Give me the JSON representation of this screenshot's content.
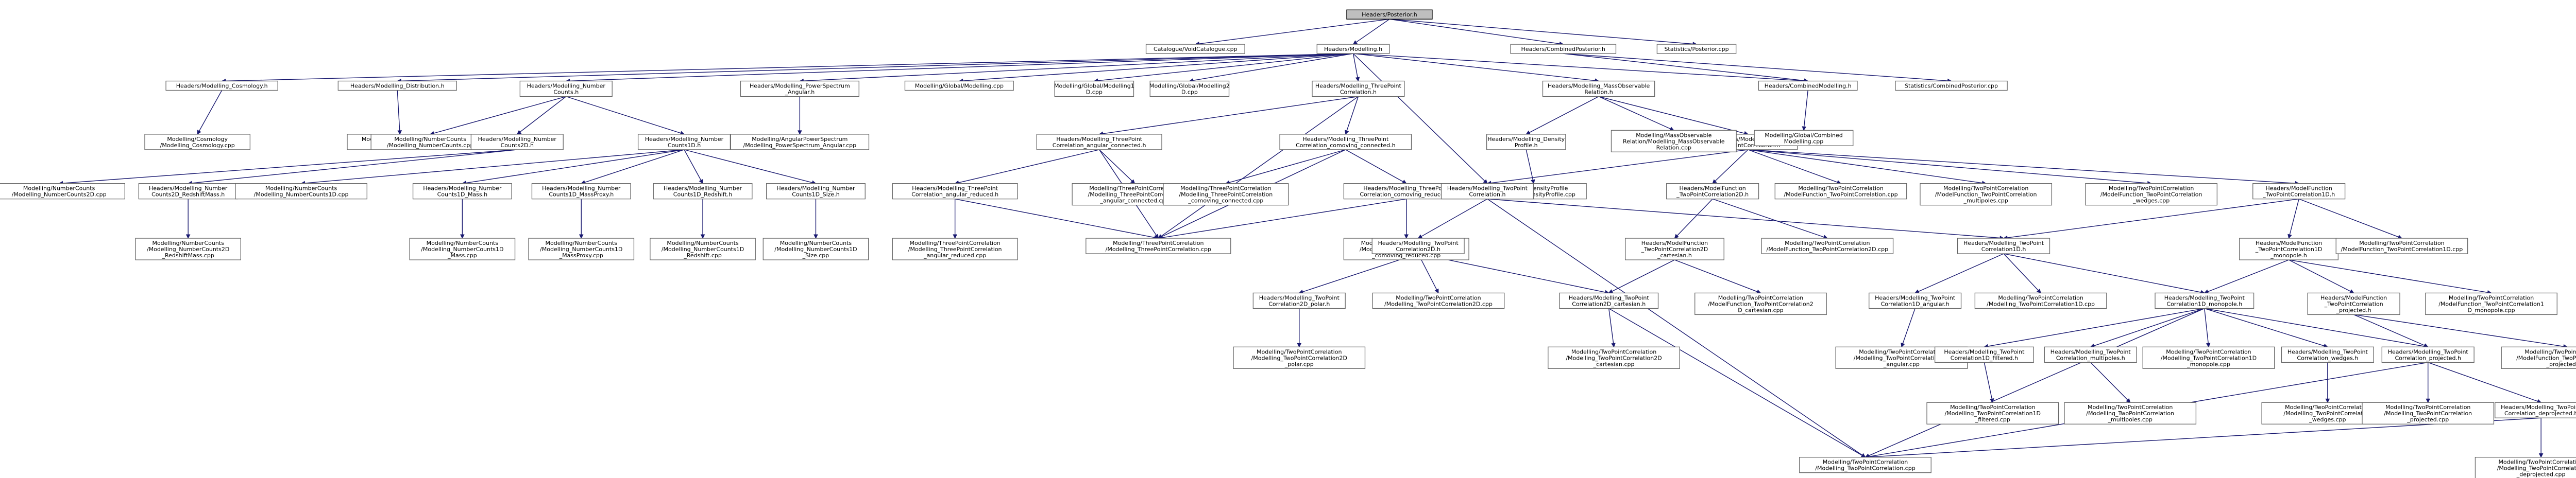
{
  "nodes": [
    {
      "id": "root",
      "lines": [
        "Headers/Posterior.h"
      ],
      "root": true
    },
    {
      "id": "cat_cpp",
      "lines": [
        "Catalogue/VoidCatalogue.cpp"
      ]
    },
    {
      "id": "mod_h",
      "lines": [
        "Headers/Modelling.h"
      ]
    },
    {
      "id": "comb_post_h",
      "lines": [
        "Headers/CombinedPosterior.h"
      ]
    },
    {
      "id": "stat_post_cpp",
      "lines": [
        "Statistics/Posterior.cpp"
      ]
    },
    {
      "id": "cosmo_h",
      "lines": [
        "Headers/Modelling_Cosmology.h"
      ]
    },
    {
      "id": "distr_h",
      "lines": [
        "Headers/Modelling_Distribution.h"
      ]
    },
    {
      "id": "nc_h",
      "lines": [
        "Headers/Modelling_Number",
        "Counts.h"
      ]
    },
    {
      "id": "ps_ang_h",
      "lines": [
        "Headers/Modelling_PowerSpectrum",
        "_Angular.h"
      ]
    },
    {
      "id": "glob_mod_cpp",
      "lines": [
        "Modelling/Global/Modelling.cpp"
      ]
    },
    {
      "id": "glob_mod1d_cpp",
      "lines": [
        "Modelling/Global/Modelling1",
        "D.cpp"
      ]
    },
    {
      "id": "glob_mod2d_cpp",
      "lines": [
        "Modelling/Global/Modelling2",
        "D.cpp"
      ]
    },
    {
      "id": "tpc3_h",
      "lines": [
        "Headers/Modelling_ThreePoint",
        "Correlation.h"
      ]
    },
    {
      "id": "mor_h",
      "lines": [
        "Headers/Modelling_MassObservable",
        "Relation.h"
      ]
    },
    {
      "id": "comb_mod_h",
      "lines": [
        "Headers/CombinedModelling.h"
      ]
    },
    {
      "id": "stat_comb_post_cpp",
      "lines": [
        "Statistics/CombinedPosterior.cpp"
      ]
    },
    {
      "id": "cosmo_cpp",
      "lines": [
        "Modelling/Cosmology",
        "/Modelling_Cosmology.cpp"
      ]
    },
    {
      "id": "glob_distr_cpp",
      "lines": [
        "Modelling/Global/Modelling",
        "_Distribution.cpp"
      ]
    },
    {
      "id": "nc_cpp",
      "lines": [
        "Modelling/NumberCounts",
        "/Modelling_NumberCounts.cpp"
      ]
    },
    {
      "id": "nc2d_h",
      "lines": [
        "Headers/Modelling_Number",
        "Counts2D.h"
      ]
    },
    {
      "id": "nc1d_h",
      "lines": [
        "Headers/Modelling_Number",
        "Counts1D.h"
      ]
    },
    {
      "id": "ps_ang_cpp",
      "lines": [
        "Modelling/AngularPowerSpectrum",
        "/Modelling_PowerSpectrum_Angular.cpp"
      ]
    },
    {
      "id": "tpc3_ang_h",
      "lines": [
        "Headers/Modelling_ThreePoint",
        "Correlation_angular_connected.h"
      ]
    },
    {
      "id": "tpc3_com_h",
      "lines": [
        "Headers/Modelling_ThreePoint",
        "Correlation_comoving_connected.h"
      ]
    },
    {
      "id": "dens_h",
      "lines": [
        "Headers/Modelling_Density",
        "Profile.h"
      ]
    },
    {
      "id": "mf_tpc_h",
      "lines": [
        "Headers/ModelFunction",
        "_TwoPointCorrelation.h"
      ]
    },
    {
      "id": "mor_cpp",
      "lines": [
        "Modelling/MassObservable",
        "Relation/Modelling_MassObservable",
        "Relation.cpp"
      ]
    },
    {
      "id": "glob_comb_cpp",
      "lines": [
        "Modelling/Global/Combined",
        "Modelling.cpp"
      ]
    },
    {
      "id": "nc2d_cpp",
      "lines": [
        "Modelling/NumberCounts",
        "/Modelling_NumberCounts2D.cpp"
      ]
    },
    {
      "id": "nc2d_rm_h",
      "lines": [
        "Headers/Modelling_Number",
        "Counts2D_RedshiftMass.h"
      ]
    },
    {
      "id": "nc1d_cpp",
      "lines": [
        "Modelling/NumberCounts",
        "/Modelling_NumberCounts1D.cpp"
      ]
    },
    {
      "id": "nc1d_mass_h",
      "lines": [
        "Headers/Modelling_Number",
        "Counts1D_Mass.h"
      ]
    },
    {
      "id": "nc1d_mp_h",
      "lines": [
        "Headers/Modelling_Number",
        "Counts1D_MassProxy.h"
      ]
    },
    {
      "id": "nc1d_rs_h",
      "lines": [
        "Headers/Modelling_Number",
        "Counts1D_Redshift.h"
      ]
    },
    {
      "id": "nc1d_size_h",
      "lines": [
        "Headers/Modelling_Number",
        "Counts1D_Size.h"
      ]
    },
    {
      "id": "tpc3_angred_h",
      "lines": [
        "Headers/Modelling_ThreePoint",
        "Correlation_angular_reduced.h"
      ]
    },
    {
      "id": "tpc3_ang_cpp",
      "lines": [
        "Modelling/ThreePointCorrelation",
        "/Modelling_ThreePointCorrelation",
        "_angular_connected.cpp"
      ]
    },
    {
      "id": "tpc3_com_cpp",
      "lines": [
        "Modelling/ThreePointCorrelation",
        "/Modelling_ThreePointCorrelation",
        "_comoving_connected.cpp"
      ]
    },
    {
      "id": "tpc3_comred_h",
      "lines": [
        "Headers/Modelling_ThreePoint",
        "Correlation_comoving_reduced.h"
      ]
    },
    {
      "id": "dens_cpp",
      "lines": [
        "Modelling/DensityProfile",
        "/Modelling_DensityProfile.cpp"
      ]
    },
    {
      "id": "tpc_h",
      "lines": [
        "Headers/Modelling_TwoPoint",
        "Correlation.h"
      ]
    },
    {
      "id": "mf_tpc2d_h",
      "lines": [
        "Headers/ModelFunction",
        "_TwoPointCorrelation2D.h"
      ]
    },
    {
      "id": "mf_tpc_cpp",
      "lines": [
        "Modelling/TwoPointCorrelation",
        "/ModelFunction_TwoPointCorrelation.cpp"
      ]
    },
    {
      "id": "mf_tpc_mult_cpp",
      "lines": [
        "Modelling/TwoPointCorrelation",
        "/ModelFunction_TwoPointCorrelation",
        "_multipoles.cpp"
      ]
    },
    {
      "id": "mf_tpc_wedg_cpp",
      "lines": [
        "Modelling/TwoPointCorrelation",
        "/ModelFunction_TwoPointCorrelation",
        "_wedges.cpp"
      ]
    },
    {
      "id": "mf_tpc1d_h",
      "lines": [
        "Headers/ModelFunction",
        "_TwoPointCorrelation1D.h"
      ]
    },
    {
      "id": "nc2d_rm_cpp",
      "lines": [
        "Modelling/NumberCounts",
        "/Modelling_NumberCounts2D",
        "_RedshiftMass.cpp"
      ]
    },
    {
      "id": "nc1d_mass_cpp",
      "lines": [
        "Modelling/NumberCounts",
        "/Modelling_NumberCounts1D",
        "_Mass.cpp"
      ]
    },
    {
      "id": "nc1d_mp_cpp",
      "lines": [
        "Modelling/NumberCounts",
        "/Modelling_NumberCounts1D",
        "_MassProxy.cpp"
      ]
    },
    {
      "id": "nc1d_rs_cpp",
      "lines": [
        "Modelling/NumberCounts",
        "/Modelling_NumberCounts1D",
        "_Redshift.cpp"
      ]
    },
    {
      "id": "nc1d_size_cpp",
      "lines": [
        "Modelling/NumberCounts",
        "/Modelling_NumberCounts1D",
        "_Size.cpp"
      ]
    },
    {
      "id": "tpc3_angred_cpp",
      "lines": [
        "Modelling/ThreePointCorrelation",
        "/Modelling_ThreePointCorrelation",
        "_angular_reduced.cpp"
      ]
    },
    {
      "id": "tpc3_cpp",
      "lines": [
        "Modelling/ThreePointCorrelation",
        "/Modelling_ThreePointCorrelation.cpp"
      ]
    },
    {
      "id": "tpc3_comred_cpp",
      "lines": [
        "Modelling/ThreePointCorrelation",
        "/Modelling_ThreePointCorrelation",
        "_comoving_reduced.cpp"
      ]
    },
    {
      "id": "tpc2d_h",
      "lines": [
        "Headers/Modelling_TwoPoint",
        "Correlation2D.h"
      ]
    },
    {
      "id": "mf_tpc2d_cart_h",
      "lines": [
        "Headers/ModelFunction",
        "_TwoPointCorrelation2D",
        "_cartesian.h"
      ]
    },
    {
      "id": "mf_tpc2d_cpp",
      "lines": [
        "Modelling/TwoPointCorrelation",
        "/ModelFunction_TwoPointCorrelation2D.cpp"
      ]
    },
    {
      "id": "tpc1d_h",
      "lines": [
        "Headers/Modelling_TwoPoint",
        "Correlation1D.h"
      ]
    },
    {
      "id": "mf_tpc1d_mono_h",
      "lines": [
        "Headers/ModelFunction",
        "_TwoPointCorrelation1D",
        "_monopole.h"
      ]
    },
    {
      "id": "mf_tpc1d_cpp",
      "lines": [
        "Modelling/TwoPointCorrelation",
        "/ModelFunction_TwoPointCorrelation1D.cpp"
      ]
    },
    {
      "id": "tpc2d_polar_h",
      "lines": [
        "Headers/Modelling_TwoPoint",
        "Correlation2D_polar.h"
      ]
    },
    {
      "id": "tpc2d_cpp",
      "lines": [
        "Modelling/TwoPointCorrelation",
        "/Modelling_TwoPointCorrelation2D.cpp"
      ]
    },
    {
      "id": "tpc2d_cart_h",
      "lines": [
        "Headers/Modelling_TwoPoint",
        "Correlation2D_cartesian.h"
      ]
    },
    {
      "id": "mf_tpc2d_cart_cpp",
      "lines": [
        "Modelling/TwoPointCorrelation",
        "/ModelFunction_TwoPointCorrelation2",
        "D_cartesian.cpp"
      ]
    },
    {
      "id": "tpc1d_ang_h",
      "lines": [
        "Headers/Modelling_TwoPoint",
        "Correlation1D_angular.h"
      ]
    },
    {
      "id": "tpc1d_cpp",
      "lines": [
        "Modelling/TwoPointCorrelation",
        "/Modelling_TwoPointCorrelation1D.cpp"
      ]
    },
    {
      "id": "tpc1d_mono_h",
      "lines": [
        "Headers/Modelling_TwoPoint",
        "Correlation1D_monopole.h"
      ]
    },
    {
      "id": "mf_tpc1d_proj_h",
      "lines": [
        "Headers/ModelFunction",
        "_TwoPointCorrelation",
        "_projected.h"
      ]
    },
    {
      "id": "mf_tpc1d_mono_cpp",
      "lines": [
        "Modelling/TwoPointCorrelation",
        "/ModelFunction_TwoPointCorrelation1",
        "D_monopole.cpp"
      ]
    },
    {
      "id": "tpc2d_polar_cpp",
      "lines": [
        "Modelling/TwoPointCorrelation",
        "/Modelling_TwoPointCorrelation2D",
        "_polar.cpp"
      ]
    },
    {
      "id": "tpc2d_cart_cpp",
      "lines": [
        "Modelling/TwoPointCorrelation",
        "/Modelling_TwoPointCorrelation2D",
        "_cartesian.cpp"
      ]
    },
    {
      "id": "tpc1d_ang_cpp",
      "lines": [
        "Modelling/TwoPointCorrelation",
        "/Modelling_TwoPointCorrelation1D",
        "_angular.cpp"
      ]
    },
    {
      "id": "tpc1d_filt_h",
      "lines": [
        "Headers/Modelling_TwoPoint",
        "Correlation1D_filtered.h"
      ]
    },
    {
      "id": "tpc_mult_h",
      "lines": [
        "Headers/Modelling_TwoPoint",
        "Correlation_multipoles.h"
      ]
    },
    {
      "id": "tpc1d_mono_cpp",
      "lines": [
        "Modelling/TwoPointCorrelation",
        "/Modelling_TwoPointCorrelation1D",
        "_monopole.cpp"
      ]
    },
    {
      "id": "tpc_wedg_h",
      "lines": [
        "Headers/Modelling_TwoPoint",
        "Correlation_wedges.h"
      ]
    },
    {
      "id": "tpc_proj_h",
      "lines": [
        "Headers/Modelling_TwoPoint",
        "Correlation_projected.h"
      ]
    },
    {
      "id": "mf_tpc_proj_cpp",
      "lines": [
        "Modelling/TwoPointCorrelation",
        "/ModelFunction_TwoPointCorrelation",
        "_projected.cpp"
      ]
    },
    {
      "id": "tpc1d_filt_cpp",
      "lines": [
        "Modelling/TwoPointCorrelation",
        "/Modelling_TwoPointCorrelation1D",
        "_filtered.cpp"
      ]
    },
    {
      "id": "tpc_mult_cpp",
      "lines": [
        "Modelling/TwoPointCorrelation",
        "/Modelling_TwoPointCorrelation",
        "_multipoles.cpp"
      ]
    },
    {
      "id": "tpc_wedg_cpp",
      "lines": [
        "Modelling/TwoPointCorrelation",
        "/Modelling_TwoPointCorrelation",
        "_wedges.cpp"
      ]
    },
    {
      "id": "tpc_proj_cpp",
      "lines": [
        "Modelling/TwoPointCorrelation",
        "/Modelling_TwoPointCorrelation",
        "_projected.cpp"
      ]
    },
    {
      "id": "tpc_deproj_h",
      "lines": [
        "Headers/Modelling_TwoPoint",
        "Correlation_deprojected.h"
      ]
    },
    {
      "id": "tpc_cpp",
      "lines": [
        "Modelling/TwoPointCorrelation",
        "/Modelling_TwoPointCorrelation.cpp"
      ]
    },
    {
      "id": "tpc_deproj_cpp",
      "lines": [
        "Modelling/TwoPointCorrelation",
        "/Modelling_TwoPointCorrelation",
        "_deprojected.cpp"
      ]
    }
  ],
  "edges": [
    [
      "root",
      "cat_cpp"
    ],
    [
      "root",
      "mod_h"
    ],
    [
      "root",
      "comb_post_h"
    ],
    [
      "root",
      "stat_post_cpp"
    ],
    [
      "mod_h",
      "cosmo_h"
    ],
    [
      "mod_h",
      "distr_h"
    ],
    [
      "mod_h",
      "nc_h"
    ],
    [
      "mod_h",
      "ps_ang_h"
    ],
    [
      "mod_h",
      "glob_mod_cpp"
    ],
    [
      "mod_h",
      "glob_mod1d_cpp"
    ],
    [
      "mod_h",
      "glob_mod2d_cpp"
    ],
    [
      "mod_h",
      "tpc3_h"
    ],
    [
      "mod_h",
      "mor_h"
    ],
    [
      "mod_h",
      "comb_mod_h"
    ],
    [
      "mod_h",
      "tpc_h"
    ],
    [
      "comb_post_h",
      "comb_mod_h"
    ],
    [
      "comb_post_h",
      "stat_comb_post_cpp"
    ],
    [
      "cosmo_h",
      "cosmo_cpp"
    ],
    [
      "distr_h",
      "glob_distr_cpp"
    ],
    [
      "nc_h",
      "nc_cpp"
    ],
    [
      "nc_h",
      "nc2d_h"
    ],
    [
      "nc_h",
      "nc1d_h"
    ],
    [
      "ps_ang_h",
      "ps_ang_cpp"
    ],
    [
      "tpc3_h",
      "tpc3_ang_h"
    ],
    [
      "tpc3_h",
      "tpc3_com_h"
    ],
    [
      "tpc3_h",
      "tpc3_cpp"
    ],
    [
      "mor_h",
      "dens_h"
    ],
    [
      "mor_h",
      "mf_tpc_h"
    ],
    [
      "mor_h",
      "mor_cpp"
    ],
    [
      "comb_mod_h",
      "glob_comb_cpp"
    ],
    [
      "nc2d_h",
      "nc2d_cpp"
    ],
    [
      "nc2d_h",
      "nc2d_rm_h"
    ],
    [
      "nc1d_h",
      "nc1d_cpp"
    ],
    [
      "nc1d_h",
      "nc1d_mass_h"
    ],
    [
      "nc1d_h",
      "nc1d_mp_h"
    ],
    [
      "nc1d_h",
      "nc1d_rs_h"
    ],
    [
      "nc1d_h",
      "nc1d_size_h"
    ],
    [
      "tpc3_ang_h",
      "tpc3_angred_h"
    ],
    [
      "tpc3_ang_h",
      "tpc3_ang_cpp"
    ],
    [
      "tpc3_ang_h",
      "tpc3_cpp"
    ],
    [
      "tpc3_com_h",
      "tpc3_com_cpp"
    ],
    [
      "tpc3_com_h",
      "tpc3_comred_h"
    ],
    [
      "tpc3_com_h",
      "tpc3_cpp"
    ],
    [
      "dens_h",
      "dens_cpp"
    ],
    [
      "mf_tpc_h",
      "tpc_h"
    ],
    [
      "mf_tpc_h",
      "mf_tpc2d_h"
    ],
    [
      "mf_tpc_h",
      "mf_tpc_cpp"
    ],
    [
      "mf_tpc_h",
      "mf_tpc_mult_cpp"
    ],
    [
      "mf_tpc_h",
      "mf_tpc_wedg_cpp"
    ],
    [
      "mf_tpc_h",
      "mf_tpc1d_h"
    ],
    [
      "nc2d_rm_h",
      "nc2d_rm_cpp"
    ],
    [
      "nc1d_mass_h",
      "nc1d_mass_cpp"
    ],
    [
      "nc1d_mp_h",
      "nc1d_mp_cpp"
    ],
    [
      "nc1d_rs_h",
      "nc1d_rs_cpp"
    ],
    [
      "nc1d_size_h",
      "nc1d_size_cpp"
    ],
    [
      "tpc3_angred_h",
      "tpc3_angred_cpp"
    ],
    [
      "tpc3_angred_h",
      "tpc3_cpp"
    ],
    [
      "tpc3_comred_h",
      "tpc3_comred_cpp"
    ],
    [
      "tpc3_comred_h",
      "tpc3_cpp"
    ],
    [
      "tpc_h",
      "tpc2d_h"
    ],
    [
      "tpc_h",
      "tpc1d_h"
    ],
    [
      "tpc_h",
      "tpc_cpp"
    ],
    [
      "mf_tpc2d_h",
      "mf_tpc2d_cart_h"
    ],
    [
      "mf_tpc2d_h",
      "mf_tpc2d_cpp"
    ],
    [
      "mf_tpc1d_h",
      "tpc1d_h"
    ],
    [
      "mf_tpc1d_h",
      "mf_tpc1d_mono_h"
    ],
    [
      "mf_tpc1d_h",
      "mf_tpc1d_cpp"
    ],
    [
      "tpc2d_h",
      "tpc2d_polar_h"
    ],
    [
      "tpc2d_h",
      "tpc2d_cpp"
    ],
    [
      "tpc2d_h",
      "tpc2d_cart_h"
    ],
    [
      "mf_tpc2d_cart_h",
      "tpc2d_cart_h"
    ],
    [
      "mf_tpc2d_cart_h",
      "mf_tpc2d_cart_cpp"
    ],
    [
      "tpc1d_h",
      "tpc1d_ang_h"
    ],
    [
      "tpc1d_h",
      "tpc1d_cpp"
    ],
    [
      "tpc1d_h",
      "tpc1d_mono_h"
    ],
    [
      "mf_tpc1d_mono_h",
      "tpc1d_mono_h"
    ],
    [
      "mf_tpc1d_mono_h",
      "mf_tpc1d_proj_h"
    ],
    [
      "mf_tpc1d_mono_h",
      "mf_tpc1d_mono_cpp"
    ],
    [
      "tpc2d_polar_h",
      "tpc2d_polar_cpp"
    ],
    [
      "tpc2d_cart_h",
      "tpc2d_cart_cpp"
    ],
    [
      "tpc2d_cart_h",
      "tpc_cpp"
    ],
    [
      "tpc1d_ang_h",
      "tpc1d_ang_cpp"
    ],
    [
      "tpc1d_mono_h",
      "tpc1d_filt_h"
    ],
    [
      "tpc1d_mono_h",
      "tpc_mult_h"
    ],
    [
      "tpc1d_mono_h",
      "tpc1d_mono_cpp"
    ],
    [
      "tpc1d_mono_h",
      "tpc_wedg_h"
    ],
    [
      "tpc1d_mono_h",
      "tpc_proj_h"
    ],
    [
      "tpc1d_mono_h",
      "tpc_cpp"
    ],
    [
      "mf_tpc1d_proj_h",
      "tpc_proj_h"
    ],
    [
      "mf_tpc1d_proj_h",
      "mf_tpc_proj_cpp"
    ],
    [
      "tpc1d_filt_h",
      "tpc1d_filt_cpp"
    ],
    [
      "tpc_mult_h",
      "tpc_mult_cpp"
    ],
    [
      "tpc_wedg_h",
      "tpc_wedg_cpp"
    ],
    [
      "tpc_proj_h",
      "tpc_proj_cpp"
    ],
    [
      "tpc_proj_h",
      "tpc_deproj_h"
    ],
    [
      "tpc_proj_h",
      "tpc_cpp"
    ],
    [
      "tpc_deproj_h",
      "tpc_cpp"
    ],
    [
      "tpc_deproj_h",
      "tpc_deproj_cpp"
    ]
  ]
}
